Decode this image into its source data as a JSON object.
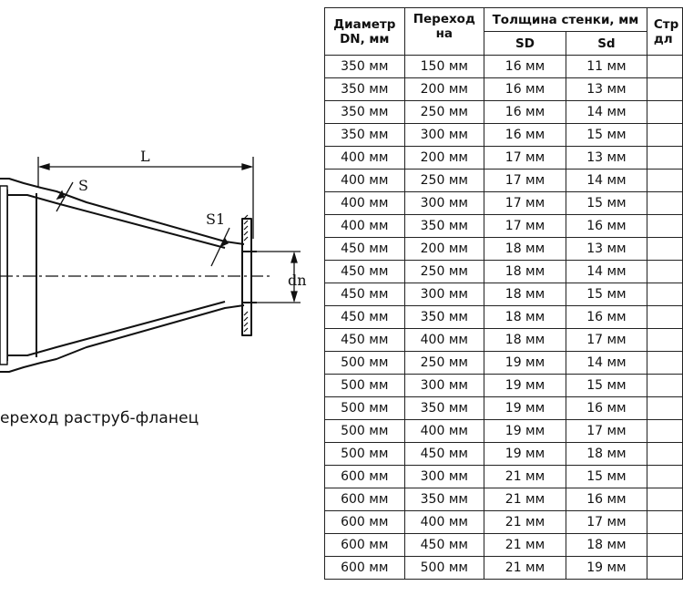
{
  "drawing": {
    "labels": {
      "length": "L",
      "wall_socket": "S",
      "wall_flange": "S1",
      "diameter": "dn"
    },
    "caption": "ереход раструб-фланец"
  },
  "table": {
    "headers": {
      "dn": "Диаметр DN, мм",
      "transition": "Переход на",
      "wall": "Толщина стенки, мм",
      "sd": "SD",
      "sd2": "Sd",
      "clipped": "Стр дл"
    },
    "rows": [
      [
        "350 мм",
        "150 мм",
        "16 мм",
        "11 мм"
      ],
      [
        "350 мм",
        "200 мм",
        "16 мм",
        "13 мм"
      ],
      [
        "350 мм",
        "250 мм",
        "16 мм",
        "14 мм"
      ],
      [
        "350 мм",
        "300 мм",
        "16 мм",
        "15 мм"
      ],
      [
        "400 мм",
        "200 мм",
        "17 мм",
        "13 мм"
      ],
      [
        "400 мм",
        "250 мм",
        "17 мм",
        "14 мм"
      ],
      [
        "400 мм",
        "300 мм",
        "17 мм",
        "15 мм"
      ],
      [
        "400 мм",
        "350 мм",
        "17 мм",
        "16 мм"
      ],
      [
        "450 мм",
        "200 мм",
        "18 мм",
        "13 мм"
      ],
      [
        "450 мм",
        "250 мм",
        "18 мм",
        "14 мм"
      ],
      [
        "450 мм",
        "300 мм",
        "18 мм",
        "15 мм"
      ],
      [
        "450 мм",
        "350 мм",
        "18 мм",
        "16 мм"
      ],
      [
        "450 мм",
        "400 мм",
        "18 мм",
        "17 мм"
      ],
      [
        "500 мм",
        "250 мм",
        "19 мм",
        "14 мм"
      ],
      [
        "500 мм",
        "300 мм",
        "19 мм",
        "15 мм"
      ],
      [
        "500 мм",
        "350 мм",
        "19 мм",
        "16 мм"
      ],
      [
        "500 мм",
        "400 мм",
        "19 мм",
        "17 мм"
      ],
      [
        "500 мм",
        "450 мм",
        "19 мм",
        "18 мм"
      ],
      [
        "600 мм",
        "300 мм",
        "21 мм",
        "15 мм"
      ],
      [
        "600 мм",
        "350 мм",
        "21 мм",
        "16 мм"
      ],
      [
        "600 мм",
        "400 мм",
        "21 мм",
        "17 мм"
      ],
      [
        "600 мм",
        "450 мм",
        "21 мм",
        "18 мм"
      ],
      [
        "600 мм",
        "500 мм",
        "21 мм",
        "19 мм"
      ]
    ]
  }
}
